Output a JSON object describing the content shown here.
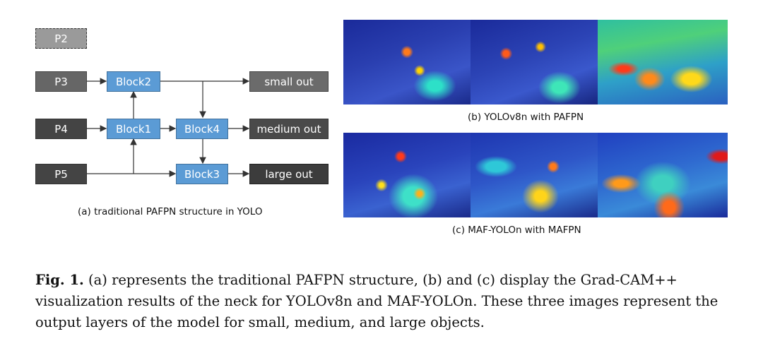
{
  "diagram": {
    "inputs": [
      "P2",
      "P3",
      "P4",
      "P5"
    ],
    "blocks": [
      "Block1",
      "Block2",
      "Block3",
      "Block4"
    ],
    "outputs": [
      "small out",
      "medium out",
      "large out"
    ],
    "caption": "(a) traditional PAFPN structure in YOLO"
  },
  "panels": {
    "b_caption": "(b) YOLOv8n with PAFPN",
    "c_caption": "(c) MAF-YOLOn with  MAFPN"
  },
  "figure_caption": {
    "label": "Fig. 1.",
    "text": " (a) represents the traditional PAFPN structure, (b) and (c) display the Grad-CAM++ visualization results of the neck for YOLOv8n and MAF-YOLOn. These three images represent the output layers of the model for small, medium, and large objects."
  }
}
